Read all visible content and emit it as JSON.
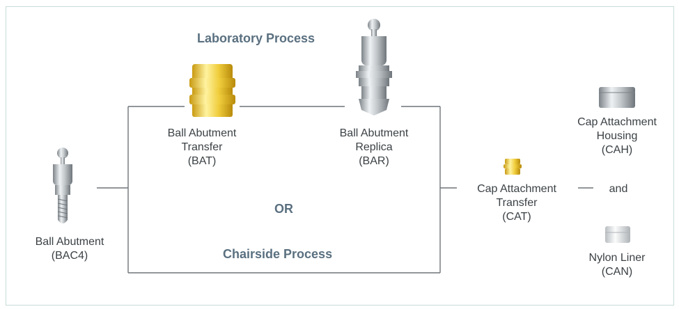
{
  "titles": {
    "laboratory": "Laboratory Process",
    "or": "OR",
    "chairside": "Chairside Process",
    "and": "and"
  },
  "components": {
    "ball_abutment": {
      "line1": "Ball Abutment",
      "line2": "(BAC4)",
      "icon": "ball-abutment-icon"
    },
    "ball_abutment_transfer": {
      "line1": "Ball Abutment",
      "line2": "Transfer",
      "line3": "(BAT)",
      "icon": "ball-abutment-transfer-icon",
      "color": "#e8c531"
    },
    "ball_abutment_replica": {
      "line1": "Ball Abutment",
      "line2": "Replica",
      "line3": "(BAR)",
      "icon": "ball-abutment-replica-icon"
    },
    "cap_attachment_transfer": {
      "line1": "Cap Attachment",
      "line2": "Transfer",
      "line3": "(CAT)",
      "icon": "cap-attachment-transfer-icon",
      "color": "#e8c531"
    },
    "cap_attachment_housing": {
      "line1": "Cap Attachment",
      "line2": "Housing",
      "line3": "(CAH)",
      "icon": "cap-attachment-housing-icon"
    },
    "nylon_liner": {
      "line1": "Nylon Liner",
      "line2": "(CAN)",
      "icon": "nylon-liner-icon"
    }
  },
  "colors": {
    "frame_border": "#c6ddd8",
    "connector": "#6e7478",
    "heading": "#5a7080",
    "text": "#3b4145",
    "gold": "#e8c531",
    "metal": "#b9bec2"
  }
}
